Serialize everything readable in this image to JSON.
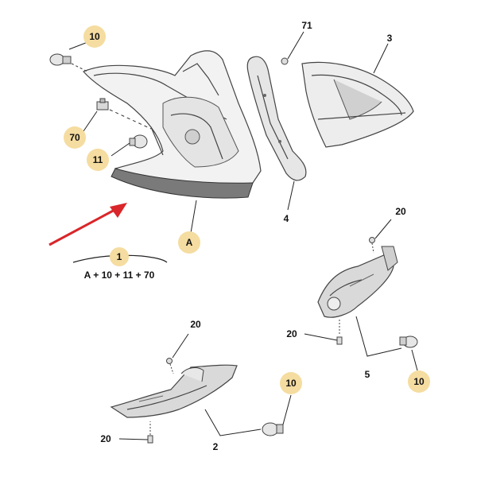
{
  "colors": {
    "bubble_fill": "#f5dca0",
    "arrow": "#d9262a",
    "part_shade": "#d9d9d9",
    "part_dark": "#7a7a7a",
    "line": "#222222"
  },
  "callouts": {
    "bulb_top_left": "10",
    "screw_top_71": "71",
    "reflector_3": "3",
    "socket_70": "70",
    "bulb_11": "11",
    "gasket_4": "4",
    "lamp_A": "A",
    "assembly_1": "1",
    "formula": "A + 10 + 11 + 70",
    "screw_20_right_top": "20",
    "screw_20_right_mid": "20",
    "bracket_5": "5",
    "bulb_10_right": "10",
    "screw_20_left_top": "20",
    "bulb_10_bottom": "10",
    "screw_20_left_bottom": "20",
    "bracket_2": "2"
  }
}
